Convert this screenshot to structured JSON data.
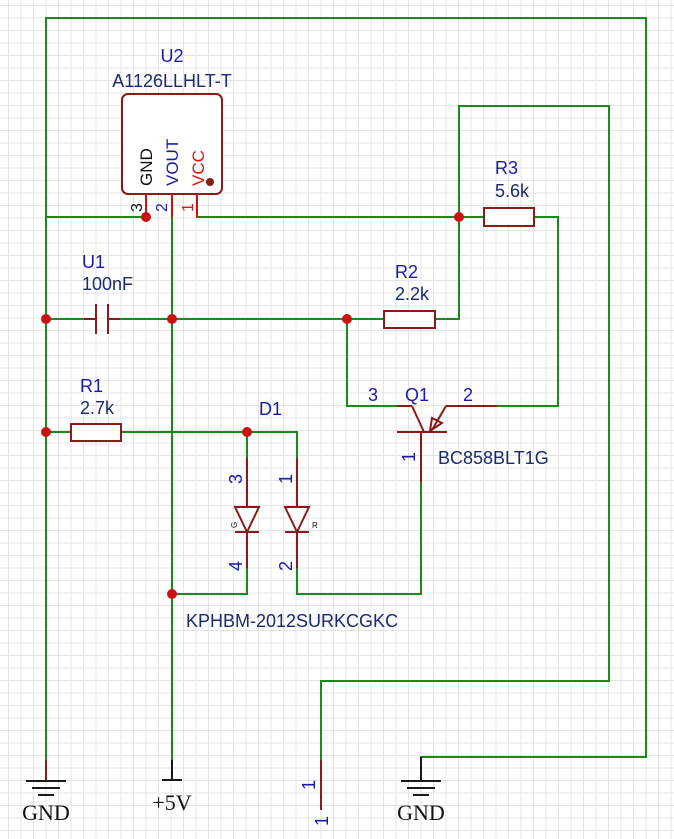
{
  "u2": {
    "designator": "U2",
    "value": "A1126LLHLT-T",
    "pins": {
      "gnd": "GND",
      "vout": "VOUT",
      "vcc": "VCC"
    },
    "pin_numbers": {
      "gnd": "3",
      "vout": "2",
      "vcc": "1"
    }
  },
  "u1": {
    "designator": "U1",
    "value": "100nF"
  },
  "r1": {
    "designator": "R1",
    "value": "2.7k"
  },
  "r2": {
    "designator": "R2",
    "value": "2.2k"
  },
  "r3": {
    "designator": "R3",
    "value": "5.6k"
  },
  "q1": {
    "designator": "Q1",
    "value": "BC858BLT1G",
    "pin_numbers": {
      "collector": "3",
      "emitter": "2",
      "base": "1"
    }
  },
  "d1": {
    "designator": "D1",
    "value": "KPHBM-2012SURKCGKC",
    "pin_numbers": {
      "g_anode": "3",
      "g_cathode": "4",
      "r_anode": "1",
      "r_cathode": "2"
    },
    "led_labels": {
      "green": "G",
      "red": "R"
    }
  },
  "power": {
    "gnd_left": "GND",
    "vcc": "+5V",
    "gnd_right": "GND"
  },
  "connector": {
    "pin_number": "1",
    "designator_pin": "1"
  }
}
